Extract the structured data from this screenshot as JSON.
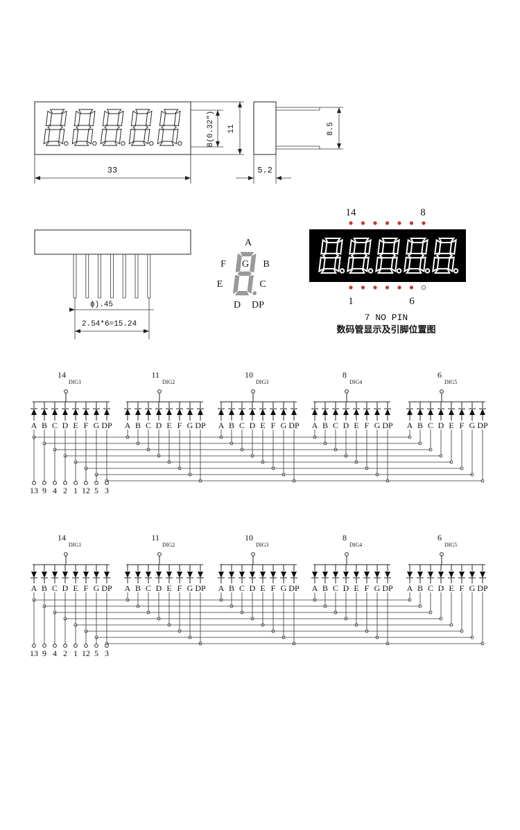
{
  "dimensions": {
    "width_mm": "33",
    "height_mm": "11",
    "digit_height": "8(0.32\")",
    "depth_mm": "5.2",
    "pin_length_mm": "8.5",
    "pin_diameter": "ϕ).45",
    "pin_pitch": "2.54*6=15.24"
  },
  "segment_legend": {
    "labels": [
      "A",
      "B",
      "C",
      "DP",
      "D",
      "E",
      "F",
      "G"
    ]
  },
  "pin_display": {
    "pin_label_top_left": "14",
    "pin_label_top_right": "8",
    "pin_label_bottom_left": "1",
    "pin_label_bottom_right": "6",
    "note": "7 NO PIN",
    "caption": "数码管显示及引脚位置图",
    "digit_color": "#ffffff",
    "body_color": "#000000",
    "dot_color": "#c0392b"
  },
  "segments": [
    "A",
    "B",
    "C",
    "D",
    "E",
    "F",
    "G",
    "DP"
  ],
  "digits": [
    {
      "pin": "14",
      "name": "DIG1"
    },
    {
      "pin": "11",
      "name": "DIG2"
    },
    {
      "pin": "10",
      "name": "DIG3"
    },
    {
      "pin": "8",
      "name": "DIG4"
    },
    {
      "pin": "6",
      "name": "DIG5"
    }
  ],
  "segment_pins": [
    "13",
    "9",
    "4",
    "2",
    "1",
    "12",
    "5",
    "3"
  ],
  "schematics": [
    {
      "id": "common-anode",
      "diode_direction": "up"
    },
    {
      "id": "common-cathode",
      "diode_direction": "down"
    }
  ]
}
